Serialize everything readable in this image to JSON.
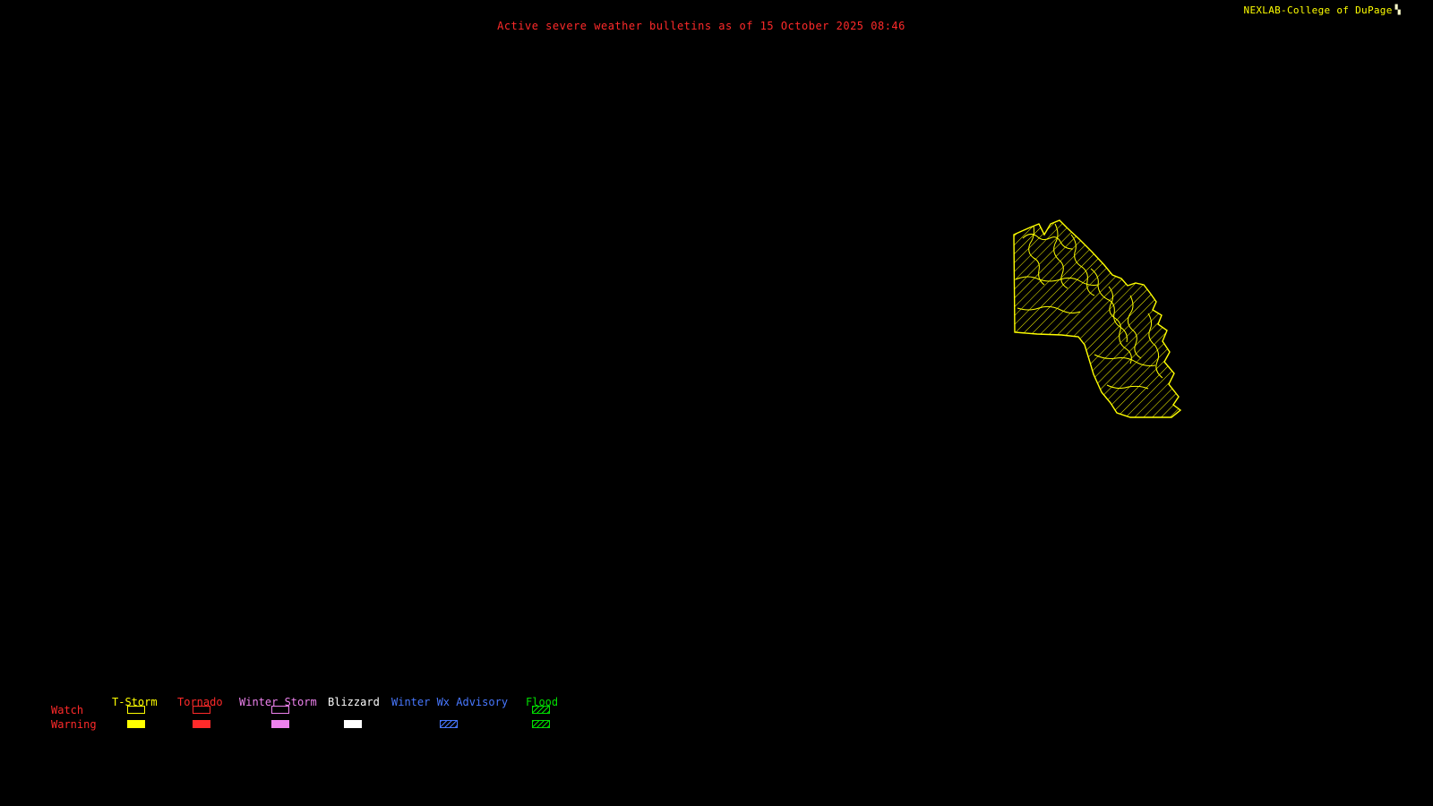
{
  "header": {
    "title": "Active severe weather bulletins as of 15 October 2025 08:46",
    "attribution": "NEXLAB-College of DuPage"
  },
  "icons": {
    "nexlab_logo": "▚"
  },
  "colors": {
    "background": "#000000",
    "title_text": "#ff2a2a",
    "attribution_text": "#ffff00",
    "watch_area_hatch": "#ffff00"
  },
  "map": {
    "active_bulletin_type": "T-Storm Watch",
    "active_bulletin_style": "yellow diagonal hatch polygon, northeastern region"
  },
  "legend": {
    "row_labels": [
      "Watch",
      "Warning"
    ],
    "row_label_color": "#ff2a2a",
    "columns": [
      {
        "label": "T-Storm",
        "color": "#ffff00",
        "watch": "outline",
        "warning": "fill"
      },
      {
        "label": "Tornado",
        "color": "#ff2a2a",
        "watch": "outline",
        "warning": "fill"
      },
      {
        "label": "Winter Storm",
        "color": "#ee82ee",
        "watch": "outline",
        "warning": "fill"
      },
      {
        "label": "Blizzard",
        "color": "#ffffff",
        "watch": "none",
        "warning": "fill"
      },
      {
        "label": "Winter Wx Advisory",
        "color": "#4878ff",
        "watch": "none",
        "warning": "hatch"
      },
      {
        "label": "Flood",
        "color": "#00dd00",
        "watch": "hatch",
        "warning": "hatch"
      }
    ]
  }
}
